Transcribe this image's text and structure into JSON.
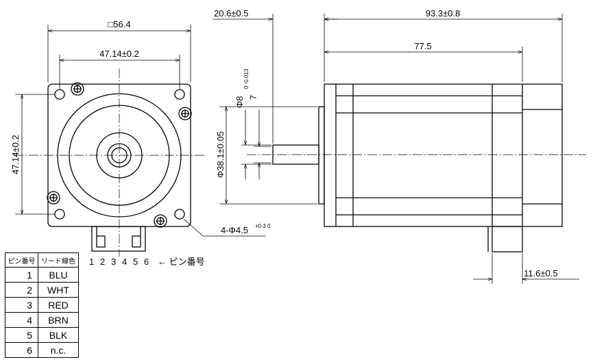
{
  "dimensions": {
    "square": "□56.4",
    "hole_pitch_h": "47.14±0.2",
    "hole_pitch_v": "47.14±0.2",
    "flange_offset": "20.6±0.5",
    "body_length": "93.3±0.8",
    "body_length_inner": "77.5",
    "shaft_dia": "Φ8",
    "shaft_tol": "0 -0.013",
    "shaft_flat": "7",
    "pilot_dia": "Φ38.1±0.05",
    "hole_spec": "4-Φ4.5",
    "hole_tol": "+0.3 0",
    "connector_offset": "11.6±0.5"
  },
  "pin_label": "← ピン番号",
  "pin_numbers": [
    "1",
    "2",
    "3",
    "4",
    "5",
    "6"
  ],
  "table": {
    "header_pin": "ピン番号",
    "header_color": "リード線色",
    "rows": [
      {
        "pin": "1",
        "color": "BLU"
      },
      {
        "pin": "2",
        "color": "WHT"
      },
      {
        "pin": "3",
        "color": "RED"
      },
      {
        "pin": "4",
        "color": "BRN"
      },
      {
        "pin": "5",
        "color": "BLK"
      },
      {
        "pin": "6",
        "color": "n.c."
      }
    ]
  }
}
